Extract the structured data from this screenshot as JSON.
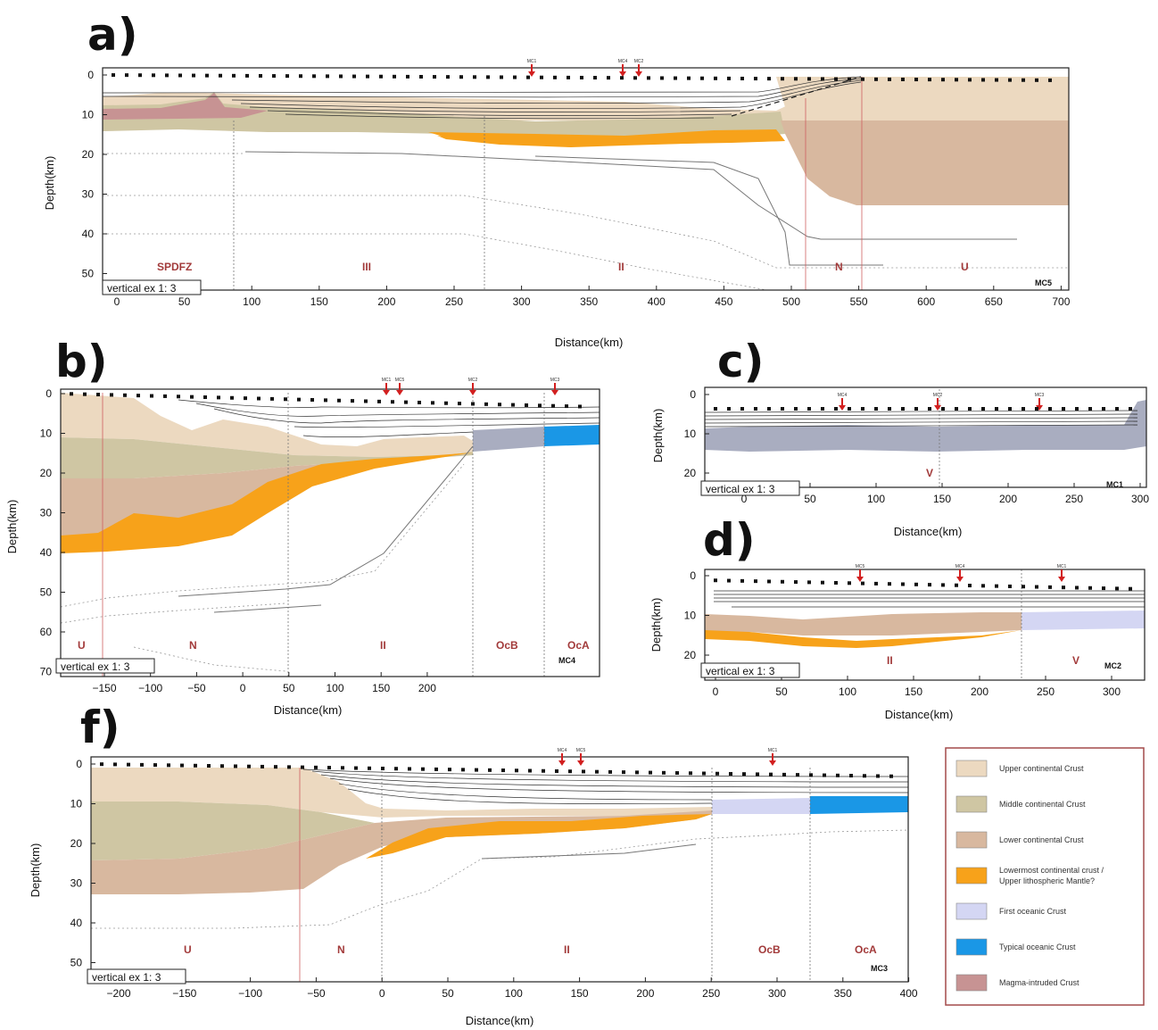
{
  "colors": {
    "upper_crust": "#ecd9c0",
    "middle_crust": "#cfc6a3",
    "lower_crust": "#d8b89f",
    "lowermost": "#f7a21a",
    "first_oceanic": "#d4d6f3",
    "typical_oceanic": "#1a97e6",
    "magma": "#c79393",
    "sediment_grey": "#a9adc0",
    "zone_red": "#a23a3a",
    "arrow_red": "#d21f1f"
  },
  "panels": {
    "a": {
      "label": "a)",
      "ylabel": "Depth(km)",
      "xlabel": "Distance(km)",
      "xticks": [
        "0",
        "50",
        "100",
        "150",
        "200",
        "250",
        "300",
        "350",
        "400",
        "450",
        "500",
        "550",
        "600",
        "650",
        "700"
      ],
      "yticks": [
        "0",
        "10",
        "20",
        "30",
        "40",
        "50"
      ],
      "zones": [
        "SPDFZ",
        "III",
        "II",
        "N",
        "U"
      ],
      "profile": "MC5",
      "vex": "vertical ex 1: 3",
      "markers": [
        "MC1",
        "MC4",
        "MC2"
      ]
    },
    "b": {
      "label": "b)",
      "ylabel": "Depth(km)",
      "xlabel": "Distance(km)",
      "xticks": [
        "−150",
        "−100",
        "−50",
        "0",
        "50",
        "100",
        "150",
        "200"
      ],
      "yticks": [
        "0",
        "10",
        "20",
        "30",
        "40",
        "50",
        "60",
        "70"
      ],
      "zones": [
        "U",
        "N",
        "II",
        "OcB",
        "OcA"
      ],
      "profile": "MC4",
      "vex": "vertical ex 1: 3",
      "markers": [
        "MC1",
        "MC5",
        "MC2",
        "MC3"
      ]
    },
    "c": {
      "label": "c)",
      "ylabel": "Depth(km)",
      "xlabel": "Distance(km)",
      "xticks": [
        "0",
        "50",
        "100",
        "150",
        "200",
        "250",
        "300"
      ],
      "yticks": [
        "0",
        "10",
        "20"
      ],
      "zones": [
        "V"
      ],
      "profile": "MC1",
      "vex": "vertical ex 1: 3",
      "markers": [
        "MC4",
        "MC2",
        "MC3"
      ]
    },
    "d": {
      "label": "d)",
      "ylabel": "Depth(km)",
      "xlabel": "Distance(km)",
      "xticks": [
        "0",
        "50",
        "100",
        "150",
        "200",
        "250",
        "300"
      ],
      "yticks": [
        "0",
        "10",
        "20"
      ],
      "zones": [
        "II",
        "V"
      ],
      "profile": "MC2",
      "vex": "vertical ex 1: 3",
      "markers": [
        "MC5",
        "MC4",
        "MC1"
      ]
    },
    "f": {
      "label": "f)",
      "ylabel": "Depth(km)",
      "xlabel": "Distance(km)",
      "xticks": [
        "−200",
        "−150",
        "−100",
        "−50",
        "0",
        "50",
        "100",
        "150",
        "200",
        "250",
        "300",
        "350",
        "400"
      ],
      "yticks": [
        "0",
        "10",
        "20",
        "30",
        "40",
        "50"
      ],
      "zones": [
        "U",
        "N",
        "II",
        "OcB",
        "OcA"
      ],
      "profile": "MC3",
      "vex": "vertical ex 1: 3",
      "markers": [
        "MC4",
        "MC5",
        "MC1"
      ]
    }
  },
  "legend": [
    {
      "label": "Upper continental Crust",
      "color_key": "upper_crust"
    },
    {
      "label": "Middle continental Crust",
      "color_key": "middle_crust"
    },
    {
      "label": "Lower continental Crust",
      "color_key": "lower_crust"
    },
    {
      "label": "Lowermost continental crust / Upper lithospheric Mantle?",
      "color_key": "lowermost"
    },
    {
      "label": "First oceanic Crust",
      "color_key": "first_oceanic"
    },
    {
      "label": "Typical oceanic Crust",
      "color_key": "typical_oceanic"
    },
    {
      "label": "Magma-intruded Crust",
      "color_key": "magma"
    }
  ]
}
